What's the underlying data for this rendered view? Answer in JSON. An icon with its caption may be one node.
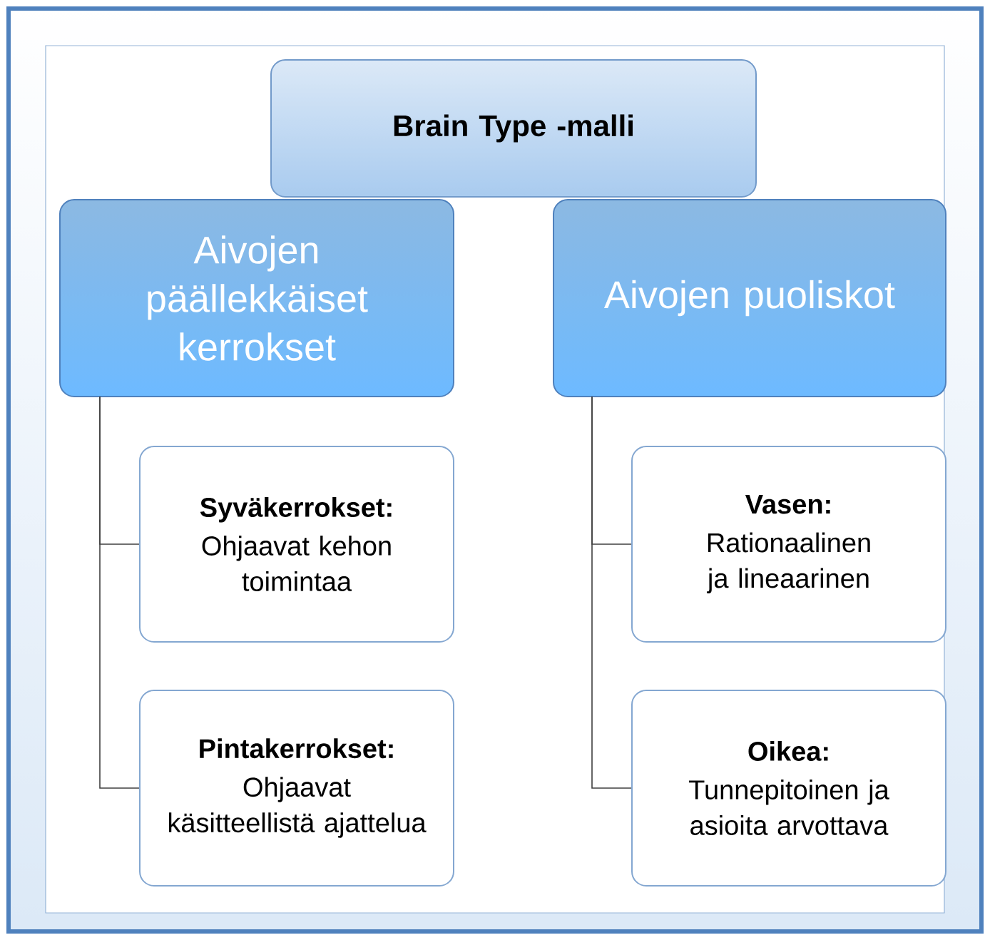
{
  "diagram": {
    "nodes": [
      {
        "text": [
          "Brain Type -malli"
        ]
      },
      {
        "text": [
          "Aivojen päällekkäiset kerrokset"
        ]
      },
      {
        "text": [
          "Aivojen puoliskot"
        ]
      },
      {
        "text": [
          "Syväkerrokset:",
          "Ohjaavat kehon toimintaa"
        ]
      },
      {
        "text": [
          "Pintakerrokset:",
          "Ohjaavat käsitteellistä ajattelua"
        ]
      },
      {
        "text": [
          "Vasen:",
          "Rationaalinen ja lineaarinen"
        ]
      },
      {
        "text": [
          "Oikea:",
          "Tunnepitoinen ja asioita arvottava"
        ]
      }
    ],
    "edges": [
      {
        "from": 1,
        "to": 3,
        "arrow": "none"
      },
      {
        "from": 1,
        "to": 4,
        "arrow": "none"
      },
      {
        "from": 2,
        "to": 5,
        "arrow": "none"
      },
      {
        "from": 2,
        "to": 6,
        "arrow": "none"
      }
    ]
  }
}
